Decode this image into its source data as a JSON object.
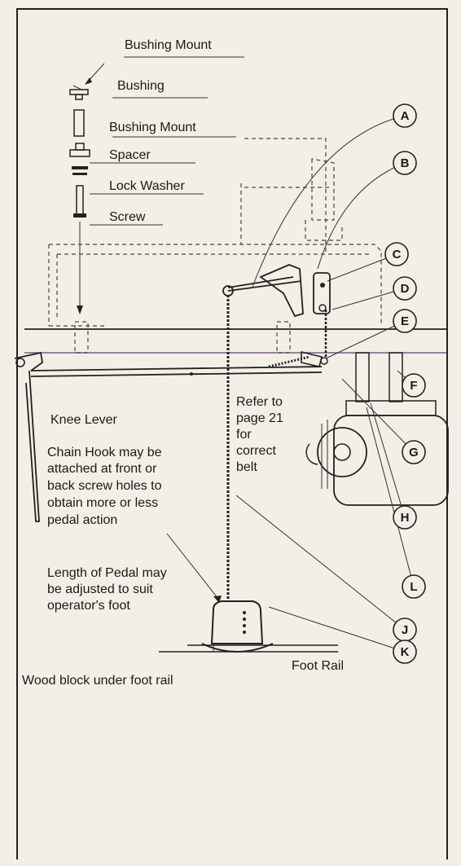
{
  "parts": {
    "bushing_mount_top": "Bushing Mount",
    "bushing": "Bushing",
    "bushing_mount": "Bushing Mount",
    "spacer": "Spacer",
    "lock_washer": "Lock Washer",
    "screw": "Screw"
  },
  "knee_lever": "Knee Lever",
  "refer_note": [
    "Refer to",
    "page 21",
    "for",
    "correct",
    "belt"
  ],
  "chain_hook_note": [
    "Chain Hook may be",
    "attached at front or",
    "back screw holes to",
    "obtain more or less",
    "pedal action"
  ],
  "pedal_note": [
    "Length of Pedal may",
    "be adjusted to suit",
    "operator's foot"
  ],
  "foot_rail": "Foot Rail",
  "wood_block": "Wood block under foot rail",
  "callouts": [
    "A",
    "B",
    "C",
    "D",
    "E",
    "F",
    "G",
    "H",
    "L",
    "J",
    "K"
  ]
}
